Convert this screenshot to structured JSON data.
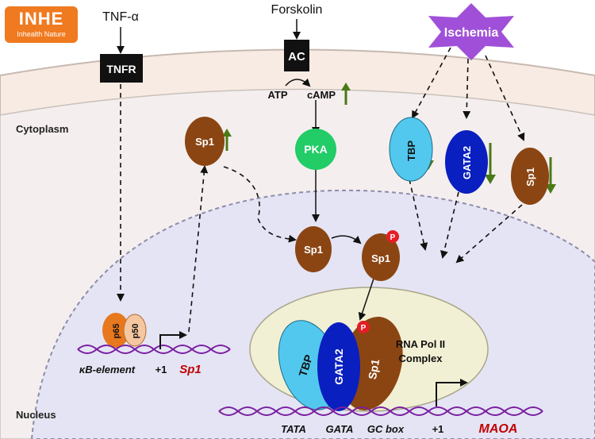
{
  "logo": {
    "brand": "INHE",
    "tagline": "Inhealth Nature"
  },
  "regions": {
    "cytoplasm": "Cytoplasm",
    "nucleus": "Nucleus"
  },
  "stimuli": {
    "tnf": "TNF-α",
    "forskolin": "Forskolin",
    "ischemia": "Ischemia"
  },
  "receptors": {
    "tnfr": "TNFR",
    "ac": "AC"
  },
  "molecules": {
    "atp": "ATP",
    "camp": "cAMP",
    "pka": "PKA",
    "sp1": "Sp1",
    "tbp": "TBP",
    "gata2": "GATA2",
    "p65": "p65",
    "p50": "p50",
    "phospho": "P"
  },
  "dna": {
    "kb_element": "κB-element",
    "plus1": "+1",
    "sp1_gene": "Sp1",
    "tata": "TATA",
    "gata": "GATA",
    "gc_box": "GC box",
    "maoa": "MAOA"
  },
  "complex": {
    "line1": "RNA Pol II",
    "line2": "Complex"
  },
  "colors": {
    "logo": "#f07a1f",
    "membrane": "#f7ebe3",
    "nucleus": "#e4e4f4",
    "complex": "#f2f0d4",
    "sp1": "#8b4513",
    "tbp": "#52c8ee",
    "gata2": "#0a1fbf",
    "pka": "#22cc66",
    "ischemia": "#a050d8",
    "p65": "#e8781e",
    "p50": "#f5c7a0",
    "phospho": "#e41e25",
    "up_arrow": "#4a7a16",
    "gene_red": "#c00000",
    "dna": "#7a1fa0"
  }
}
